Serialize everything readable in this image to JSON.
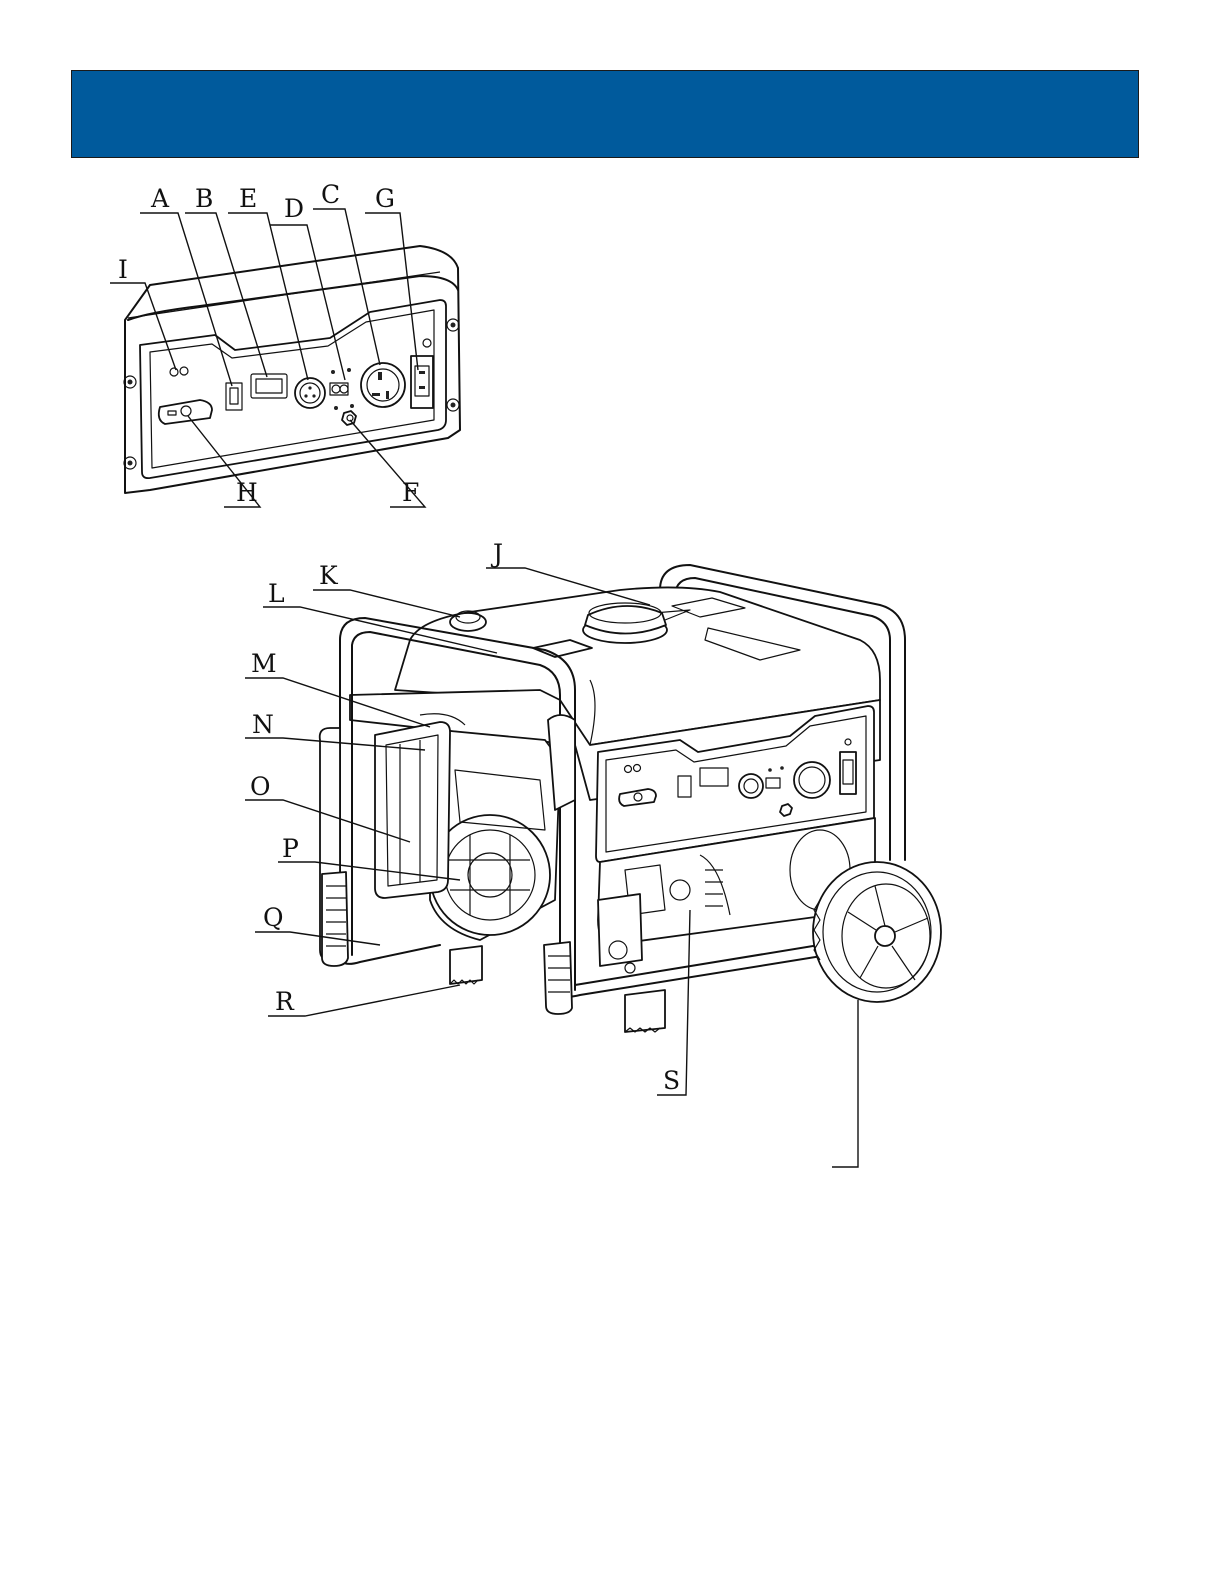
{
  "header": {
    "banner_color": "#005a9c",
    "title": ""
  },
  "labels": {
    "A": "A",
    "B": "B",
    "C": "C",
    "D": "D",
    "E": "E",
    "F": "F",
    "G": "G",
    "H": "H",
    "I": "I",
    "J": "J",
    "K": "K",
    "L": "L",
    "M": "M",
    "N": "N",
    "O": "O",
    "P": "P",
    "Q": "Q",
    "R": "R",
    "S": "S"
  }
}
